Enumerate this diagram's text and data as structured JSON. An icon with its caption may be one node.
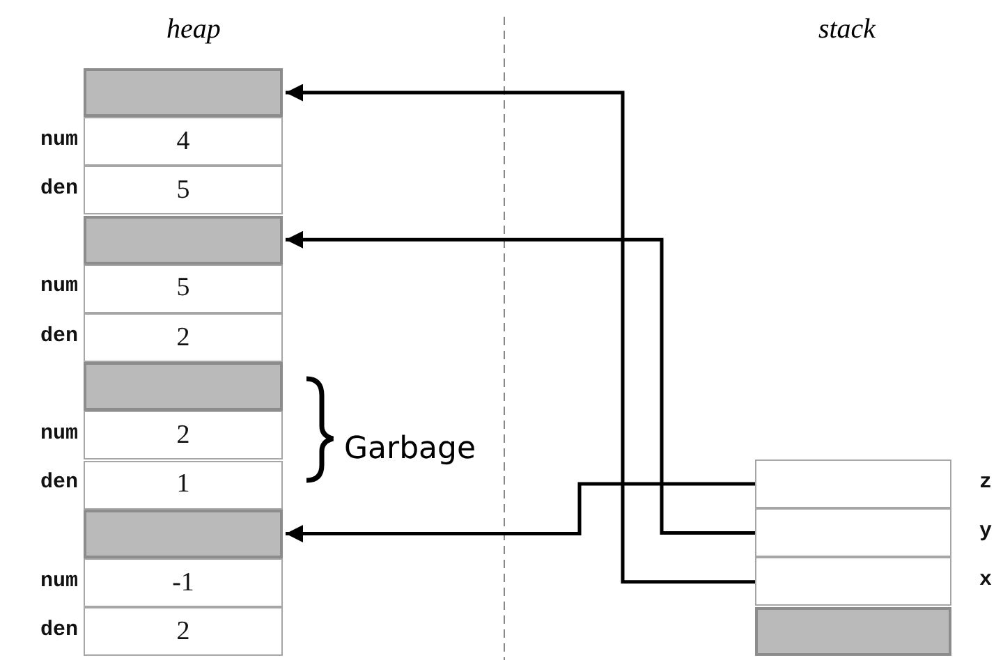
{
  "diagram": {
    "nodes": [
      {
        "text": [],
        "shape": "box"
      },
      {
        "text": [
          "4"
        ],
        "beside": [
          "num"
        ]
      },
      {
        "text": [
          "5"
        ],
        "beside": [
          "den"
        ]
      },
      {
        "text": [],
        "shape": "box"
      },
      {
        "text": [
          "5"
        ],
        "beside": [
          "num"
        ]
      },
      {
        "text": [
          "2"
        ],
        "beside": [
          "den"
        ]
      },
      {
        "text": [],
        "shape": "box"
      },
      {
        "text": [
          "2"
        ],
        "beside": [
          "num"
        ]
      },
      {
        "text": [
          "1"
        ],
        "beside": [
          "den"
        ]
      },
      {
        "text": [],
        "shape": "box"
      },
      {
        "text": [
          "-1"
        ],
        "beside": [
          "num"
        ]
      },
      {
        "text": [
          "2"
        ],
        "beside": [
          "den"
        ]
      },
      {
        "text": [],
        "shape": "box",
        "beside": [
          "z"
        ]
      },
      {
        "text": [],
        "shape": "box",
        "beside": [
          "y"
        ]
      },
      {
        "text": [],
        "shape": "box",
        "beside": [
          "x"
        ]
      },
      {
        "text": [],
        "shape": "box"
      }
    ],
    "edges": [
      {
        "from": 12,
        "to": 9,
        "arrow": "to"
      },
      {
        "from": 13,
        "to": 3,
        "arrow": "to"
      },
      {
        "from": 14,
        "to": 0,
        "arrow": "to"
      }
    ],
    "labels": [
      "heap",
      "stack",
      "Garbage"
    ]
  }
}
